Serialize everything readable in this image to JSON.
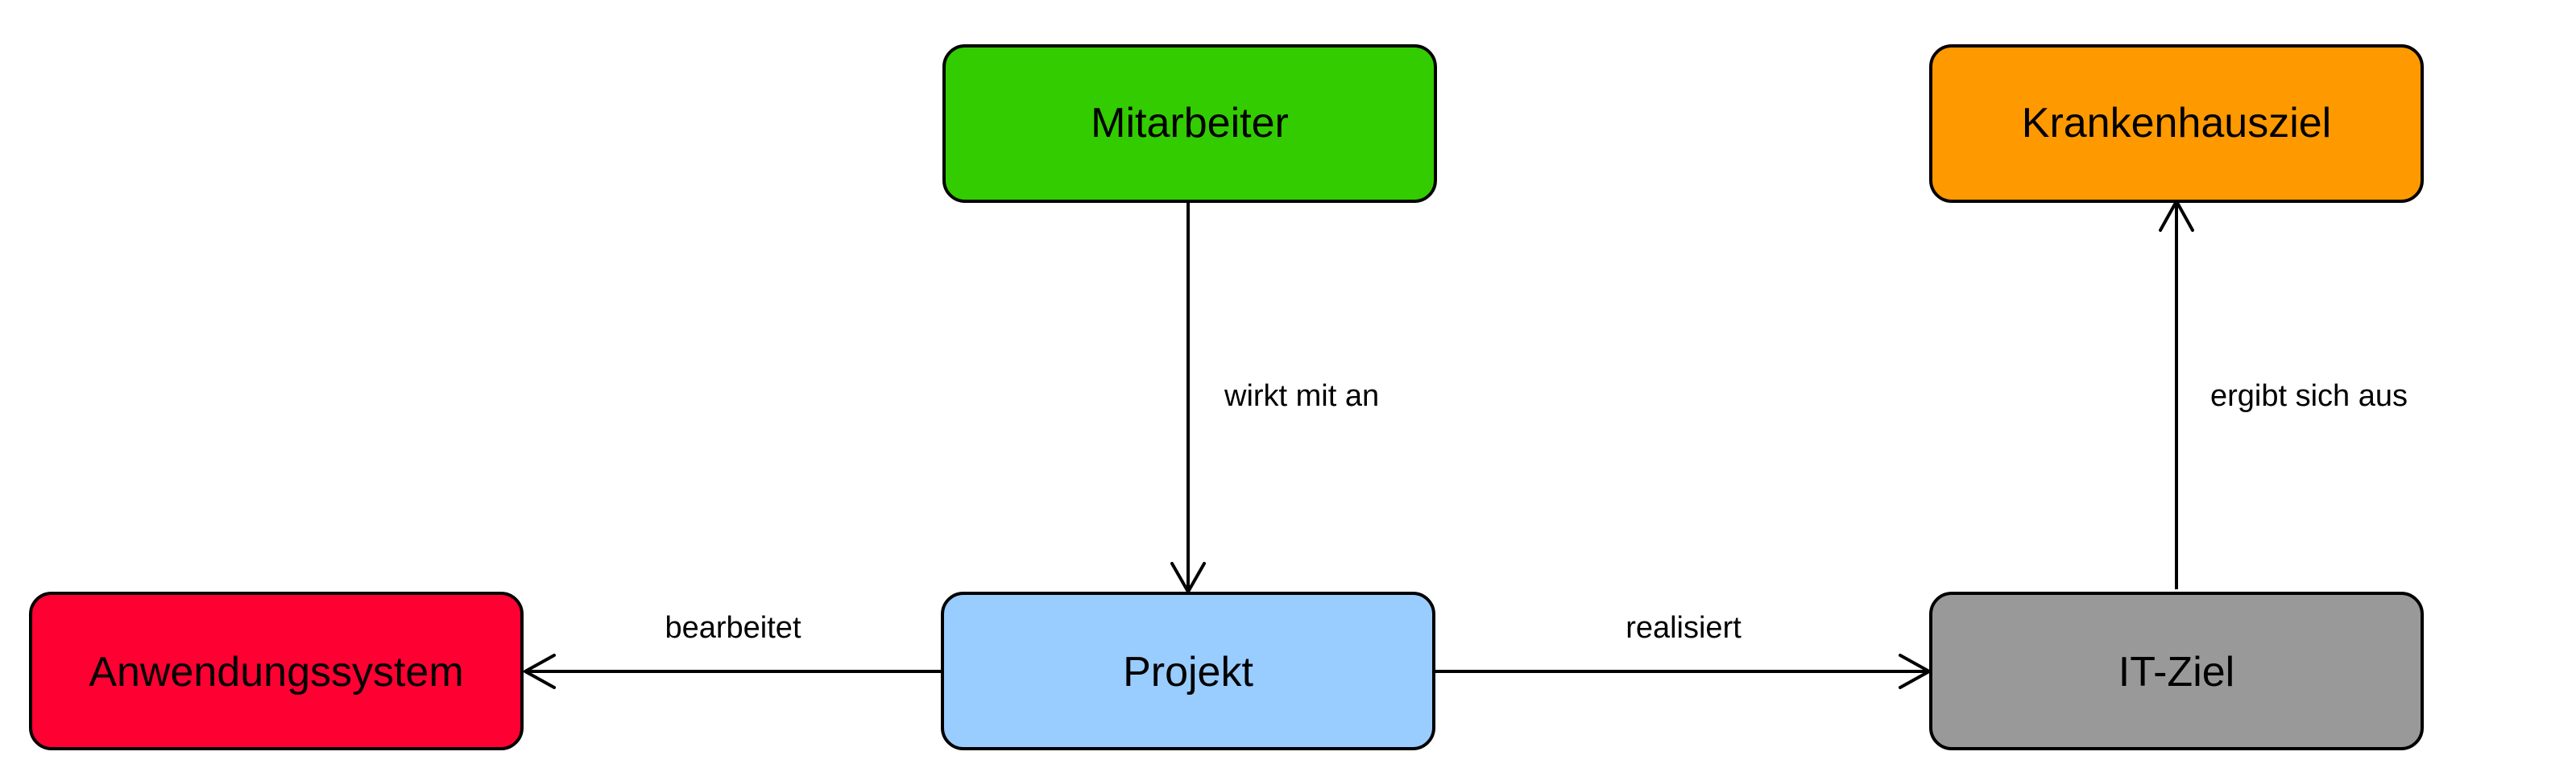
{
  "nodes": {
    "mitarbeiter": {
      "label": "Mitarbeiter",
      "color": "#33cc00"
    },
    "krankenhausziel": {
      "label": "Krankenhausziel",
      "color": "#ff9900"
    },
    "anwendungssystem": {
      "label": "Anwendungssystem",
      "color": "#ff0033"
    },
    "projekt": {
      "label": "Projekt",
      "color": "#99ccff"
    },
    "it_ziel": {
      "label": "IT-Ziel",
      "color": "#999999"
    }
  },
  "edges": {
    "wirkt_mit_an": {
      "label": "wirkt mit an",
      "from": "Mitarbeiter",
      "to": "Projekt"
    },
    "ergibt_sich_aus": {
      "label": "ergibt sich aus",
      "from": "IT-Ziel",
      "to": "Krankenhausziel"
    },
    "bearbeitet": {
      "label": "bearbeitet",
      "from": "Projekt",
      "to": "Anwendungssystem"
    },
    "realisiert": {
      "label": "realisiert",
      "from": "Projekt",
      "to": "IT-Ziel"
    }
  }
}
